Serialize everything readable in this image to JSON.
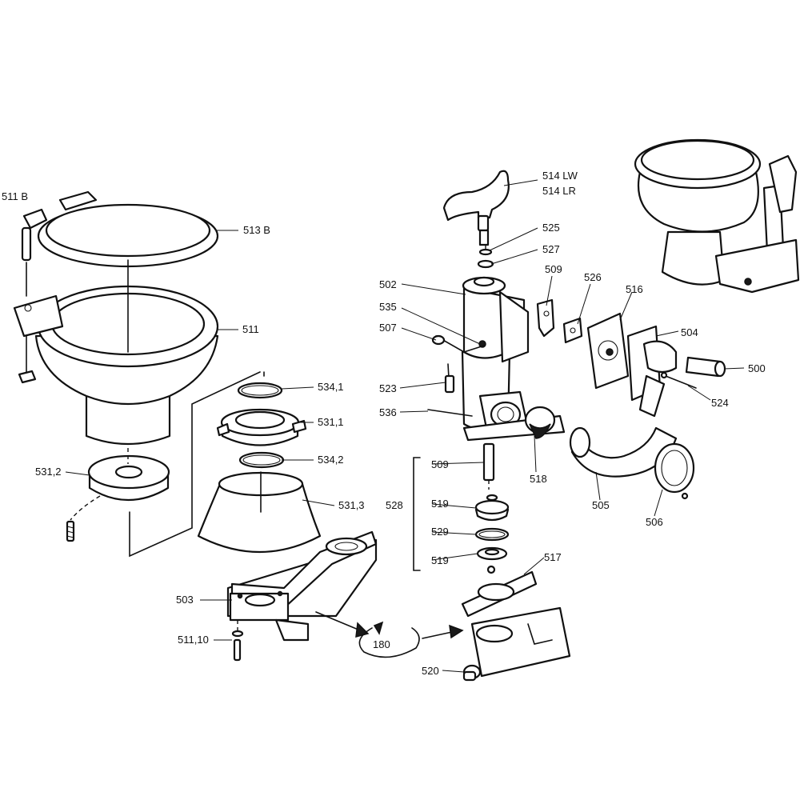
{
  "labels": {
    "l511b": "511 B",
    "l513b": "513 B",
    "l511": "511",
    "l531_2": "531,2",
    "l534_1": "534,1",
    "l531_1": "531,1",
    "l534_2": "534,2",
    "l531_3": "531,3",
    "l503": "503",
    "l511_10": "511,10",
    "l180": "180",
    "l514lw": "514 LW",
    "l514lr": "514 LR",
    "l525": "525",
    "l527": "527",
    "l502": "502",
    "l509a": "509",
    "l526": "526",
    "l516": "516",
    "l535": "535",
    "l507": "507",
    "l504": "504",
    "l500": "500",
    "l523": "523",
    "l524": "524",
    "l536": "536",
    "l509b": "509",
    "l518": "518",
    "l505": "505",
    "l506": "506",
    "l528": "528",
    "l519a": "519",
    "l529": "529",
    "l519b": "519",
    "l517": "517",
    "l520": "520"
  }
}
